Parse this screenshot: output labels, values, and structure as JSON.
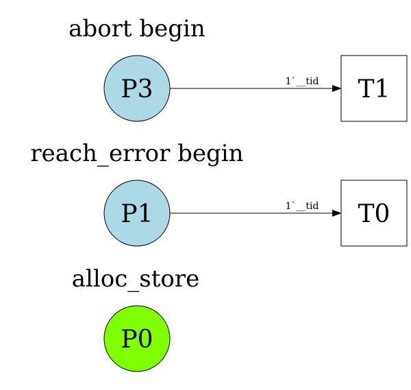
{
  "colors": {
    "place_light_blue": "#add8e6",
    "place_green": "#7fff00",
    "stroke": "#000000",
    "background": "#ffffff"
  },
  "groups": [
    {
      "label": "abort begin",
      "place": "P3",
      "transition": "T1",
      "arc_label": "1`__tid",
      "place_color": "place_light_blue"
    },
    {
      "label": "reach_error begin",
      "place": "P1",
      "transition": "T0",
      "arc_label": "1`__tid",
      "place_color": "place_light_blue"
    },
    {
      "label": "alloc_store",
      "place": "P0",
      "place_color": "place_green"
    }
  ]
}
